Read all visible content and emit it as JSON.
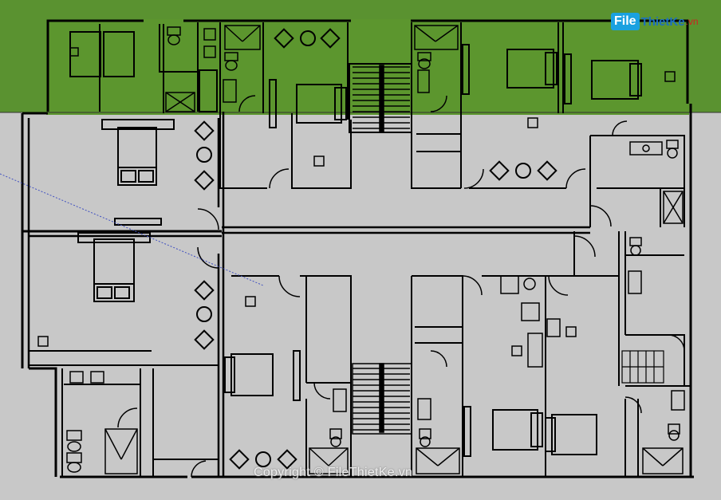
{
  "logo": {
    "file": "File",
    "brand": "ThietKe",
    "tld": ".vn"
  },
  "watermark": "Copyright © FileThietKe.vn",
  "colors": {
    "grass": "#5a9230",
    "floor": "#c8c8c8",
    "wall": "#000000"
  },
  "icons": [
    "bed-icon",
    "toilet-icon",
    "shower-icon",
    "chair-icon",
    "table-icon",
    "stair-icon",
    "door-icon"
  ]
}
